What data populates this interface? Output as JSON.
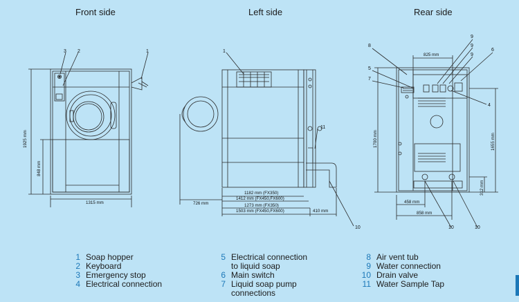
{
  "views": {
    "front": "Front side",
    "left": "Left side",
    "rear": "Rear side"
  },
  "dimensions": {
    "front_width": "1315 mm",
    "front_height_total": "1925 mm",
    "front_height_door": "848 mm",
    "left_726": "726 mm",
    "left_1182": "1182 mm (FX350)",
    "left_1412": "1412 mm (FX450,FX600)",
    "left_1273": "1273 mm (FX350)",
    "left_1503": "1503 mm (FX450,FX600)",
    "left_410": "410 mm",
    "rear_825": "825 mm",
    "rear_1700": "1700 mm",
    "rear_1655": "1655 mm",
    "rear_312": "312 mm",
    "rear_458": "458 mm",
    "rear_858": "858 mm"
  },
  "callouts": {
    "front_1": "1",
    "front_2": "2",
    "front_3": "3",
    "left_1": "1",
    "left_11": "11",
    "left_10": "10",
    "rear_8": "8",
    "rear_9a": "9",
    "rear_9b": "9",
    "rear_9c": "9",
    "rear_6": "6",
    "rear_5": "5",
    "rear_7": "7",
    "rear_4": "4",
    "rear_10a": "10",
    "rear_10b": "10"
  },
  "legend": {
    "col1": [
      {
        "num": "1",
        "text": "Soap hopper"
      },
      {
        "num": "2",
        "text": "Keyboard"
      },
      {
        "num": "3",
        "text": "Emergency stop"
      },
      {
        "num": "4",
        "text": "Electrical connection"
      }
    ],
    "col2": [
      {
        "num": "5",
        "text": "Electrical connection\nto liquid soap"
      },
      {
        "num": "6",
        "text": "Main switch"
      },
      {
        "num": "7",
        "text": "Liquid soap pump\nconnections"
      }
    ],
    "col3": [
      {
        "num": "8",
        "text": "Air vent tub"
      },
      {
        "num": "9",
        "text": "Water connection"
      },
      {
        "num": "10",
        "text": "Drain valve"
      },
      {
        "num": "11",
        "text": "Water Sample Tap"
      }
    ]
  },
  "colors": {
    "background": "#bde3f6",
    "accent": "#1c78b8",
    "line": "#2a2a2a"
  }
}
